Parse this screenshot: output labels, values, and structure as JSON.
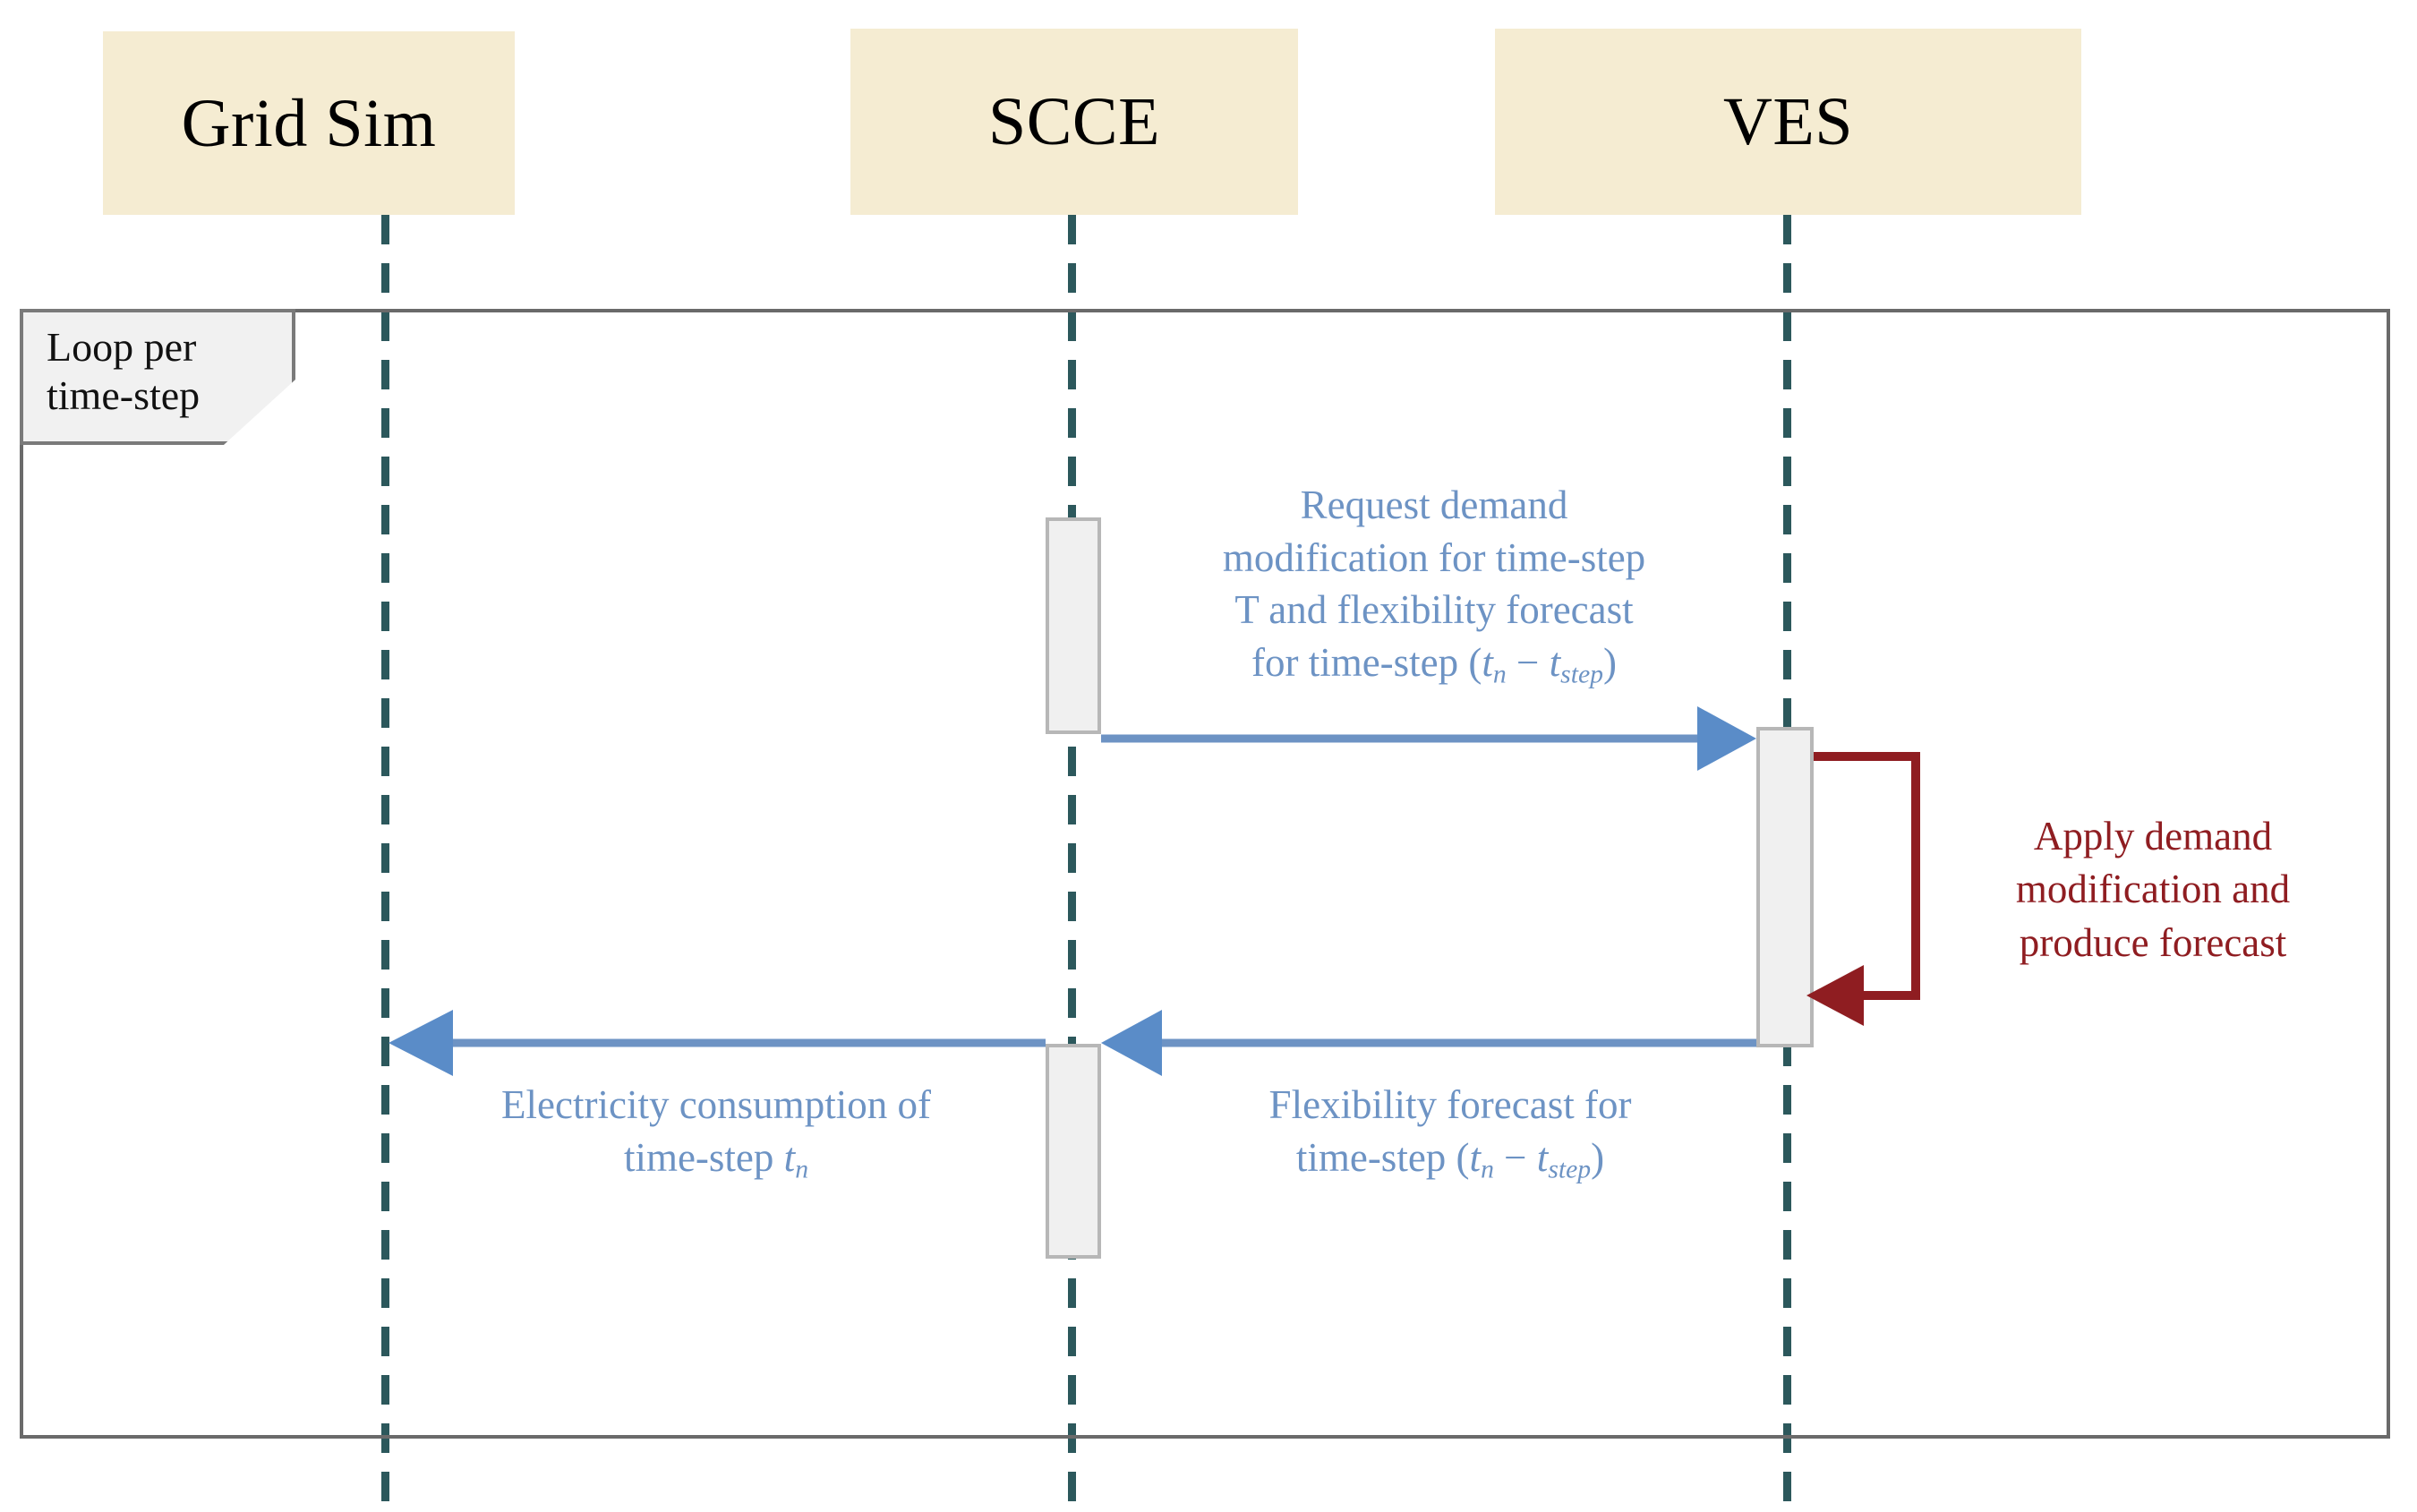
{
  "diagram": {
    "type": "uml-sequence-diagram",
    "title": "Grid Sim / SCCE / VES interaction per time-step",
    "colors": {
      "participant_fill": "#f5ecd2",
      "lifeline": "#2c585c",
      "frame_border": "#6a6a6a",
      "loop_label_fill": "#f1f1f1",
      "activation_fill": "#f0f0f0",
      "activation_border": "#b7b7b7",
      "message_blue": "#6d93c4",
      "self_message_red": "#8f1d21",
      "text_black": "#000000"
    }
  },
  "participants": [
    {
      "id": "grid-sim",
      "label": "Grid Sim"
    },
    {
      "id": "scce",
      "label": "SCCE"
    },
    {
      "id": "ves",
      "label": "VES"
    }
  ],
  "fragment": {
    "kind": "loop",
    "label_line1": "Loop per",
    "label_line2": "time-step",
    "label": "Loop per\ntime-step"
  },
  "messages": [
    {
      "id": "request-demand-modification",
      "from": "scce",
      "to": "ves",
      "direction": "right",
      "color": "#6d93c4",
      "label_plain": "Request demand modification for time-step T and flexibility forecast for time-step (tn − tstep)",
      "label_lines": [
        "Request demand",
        "modification for time-step",
        "T and flexibility forecast",
        "for time-step (tn − tstep)"
      ]
    },
    {
      "id": "apply-demand-modification",
      "from": "ves",
      "to": "ves",
      "direction": "self",
      "color": "#8f1d21",
      "label_plain": "Apply demand modification and produce forecast",
      "label_lines": [
        "Apply demand",
        "modification and",
        "produce forecast"
      ]
    },
    {
      "id": "flexibility-forecast",
      "from": "ves",
      "to": "scce",
      "direction": "left",
      "color": "#6d93c4",
      "label_plain": "Flexibility forecast for time-step (tn − tstep)",
      "label_lines": [
        "Flexibility forecast for",
        "time-step (tn − tstep)"
      ]
    },
    {
      "id": "electricity-consumption",
      "from": "scce",
      "to": "grid-sim",
      "direction": "left",
      "color": "#6d93c4",
      "label_plain": "Electricity consumption of time-step tn",
      "label_lines": [
        "Electricity consumption of",
        "time-step tn"
      ]
    }
  ],
  "symbols": {
    "t_n": "t",
    "sub_n": "n",
    "t_step": "t",
    "sub_step": "step",
    "minus": "−",
    "paren_open": "(",
    "paren_close": ")",
    "T": "T"
  },
  "text": {
    "request_l1": "Request demand",
    "request_l2": "modification for time-step",
    "request_l3": "T and flexibility forecast",
    "request_l4_pre": "for time-step (",
    "apply_l1": "Apply demand",
    "apply_l2": "modification and",
    "apply_l3": "produce forecast",
    "flex_l1": "Flexibility forecast for",
    "flex_l2_pre": "time-step (",
    "elec_l1": "Electricity consumption of",
    "elec_l2_pre": "time-step "
  }
}
